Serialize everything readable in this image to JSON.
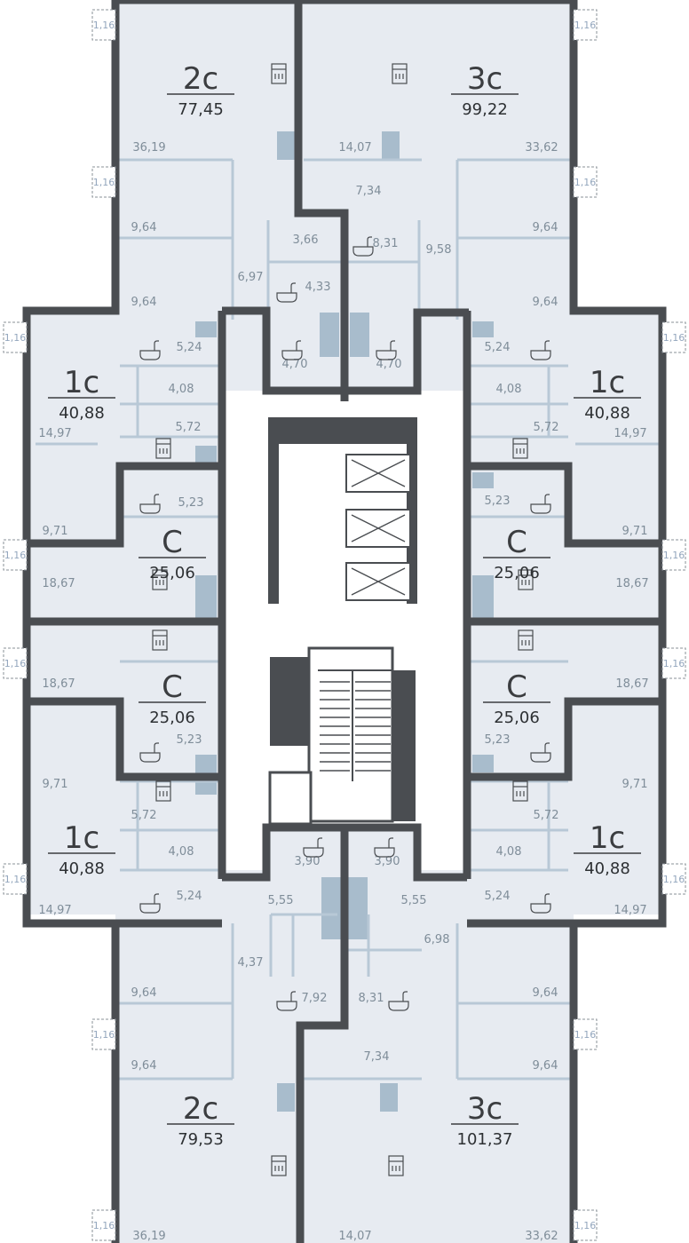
{
  "balcony_label": "1,16",
  "units": [
    {
      "id": "u2c-top",
      "type": "2с",
      "area": "77,45"
    },
    {
      "id": "u3c-top",
      "type": "3с",
      "area": "99,22"
    },
    {
      "id": "u1c-lt",
      "type": "1с",
      "area": "40,88"
    },
    {
      "id": "u1c-rt",
      "type": "1с",
      "area": "40,88"
    },
    {
      "id": "uc-l1",
      "type": "С",
      "area": "25,06"
    },
    {
      "id": "uc-r1",
      "type": "С",
      "area": "25,06"
    },
    {
      "id": "uc-l2",
      "type": "С",
      "area": "25,06"
    },
    {
      "id": "uc-r2",
      "type": "С",
      "area": "25,06"
    },
    {
      "id": "u1c-lb",
      "type": "1с",
      "area": "40,88"
    },
    {
      "id": "u1c-rb",
      "type": "1с",
      "area": "40,88"
    },
    {
      "id": "u2c-bot",
      "type": "2с",
      "area": "79,53"
    },
    {
      "id": "u3c-bot",
      "type": "3с",
      "area": "101,37"
    }
  ],
  "rooms": [
    "36,19",
    "14,07",
    "33,62",
    "7,34",
    "9,64",
    "9,64",
    "3,66",
    "8,31",
    "9,58",
    "6,97",
    "4,33",
    "9,64",
    "9,64",
    "4,70",
    "4,70",
    "5,24",
    "5,24",
    "4,08",
    "4,08",
    "5,72",
    "5,72",
    "14,97",
    "14,97",
    "5,23",
    "5,23",
    "9,71",
    "9,71",
    "18,67",
    "18,67",
    "18,67",
    "18,67",
    "5,23",
    "5,23",
    "9,71",
    "9,71",
    "5,72",
    "5,72",
    "4,08",
    "4,08",
    "5,24",
    "5,24",
    "14,97",
    "14,97",
    "3,90",
    "3,90",
    "5,55",
    "5,55",
    "4,37",
    "6,98",
    "7,92",
    "8,31",
    "9,64",
    "9,64",
    "7,34",
    "9,64",
    "9,64",
    "36,19",
    "14,07",
    "33,62"
  ],
  "colors": {
    "floor": "#e7ebf1",
    "wall": "#4a4d51",
    "partition": "#b8c8d6",
    "shaft": "#a8bccc",
    "corridor": "#ffffff"
  }
}
